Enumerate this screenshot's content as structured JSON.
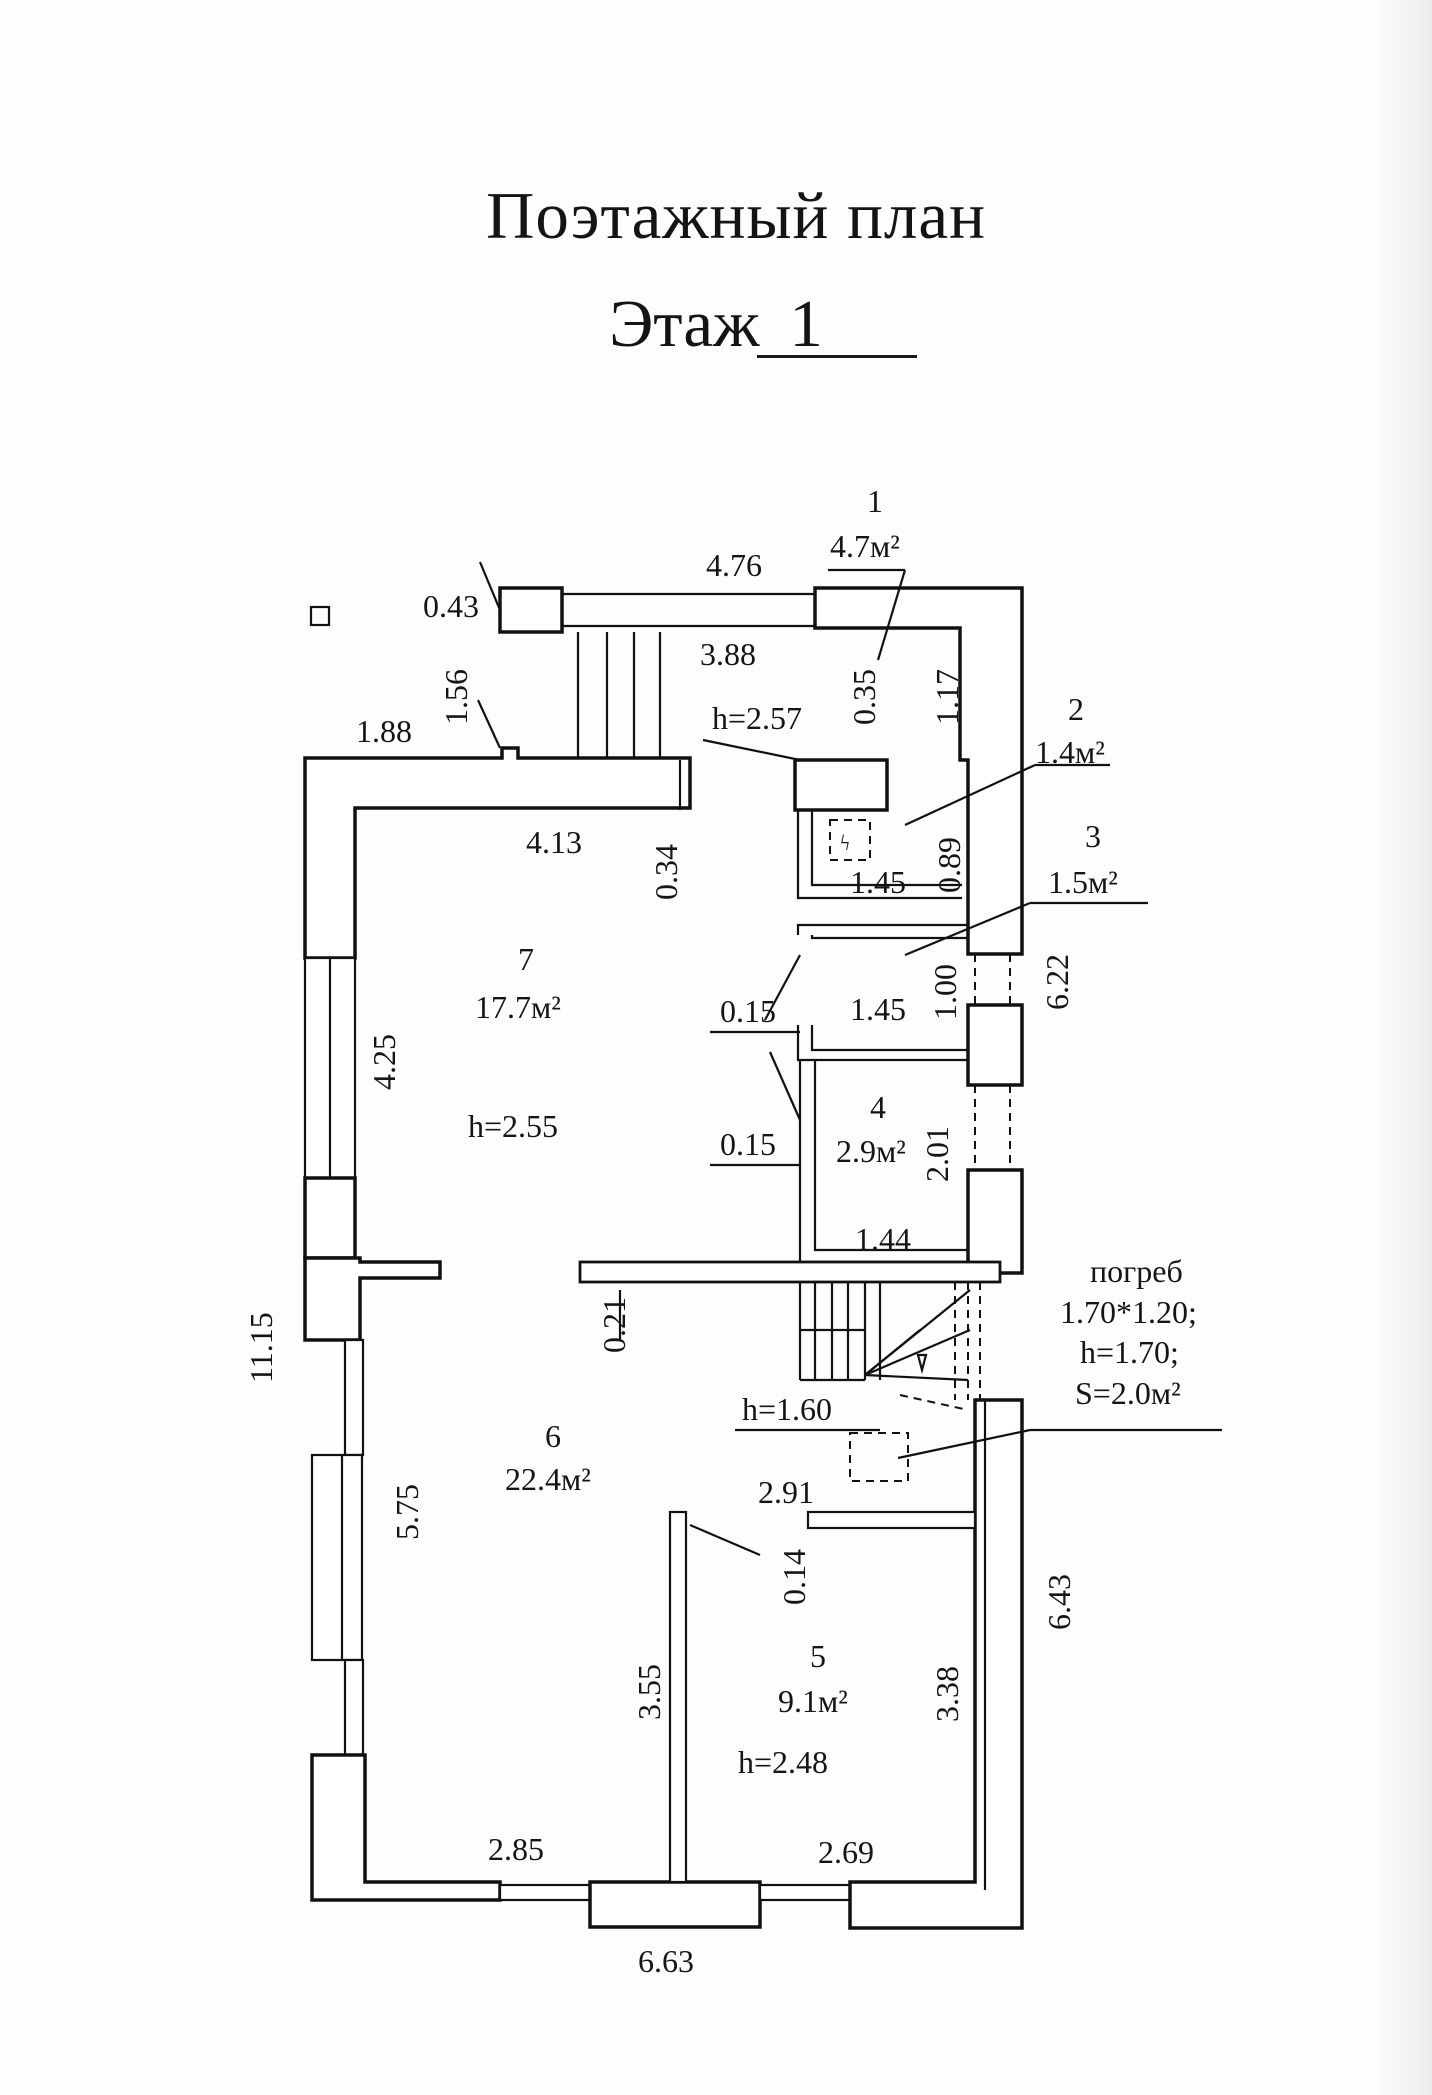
{
  "title": "Поэтажный план",
  "floor_label": "Этаж",
  "floor_number": "1",
  "rooms": [
    {
      "number": "1",
      "area": "4.7м²"
    },
    {
      "number": "2",
      "area": "1.4м²"
    },
    {
      "number": "3",
      "area": "1.5м²"
    },
    {
      "number": "4",
      "area": "2.9м²"
    },
    {
      "number": "5",
      "area": "9.1м²",
      "height": "h=2.48"
    },
    {
      "number": "6",
      "area": "22.4м²"
    },
    {
      "number": "7",
      "area": "17.7м²",
      "height": "h=2.55"
    }
  ],
  "cellar": {
    "name": "погреб",
    "size": "1.70*1.20;",
    "height": "h=1.70;",
    "area": "S=2.0м²"
  },
  "heights": {
    "h_257": "h=2.57",
    "h_160": "h=1.60"
  },
  "dims": {
    "d_476": "4.76",
    "d_043": "0.43",
    "d_388": "3.88",
    "d_156": "1.56",
    "d_188": "1.88",
    "d_035": "0.35",
    "d_117": "1.17",
    "d_413": "4.13",
    "d_034": "0.34",
    "d_145a": "1.45",
    "d_089": "0.89",
    "d_015a": "0.15",
    "d_145b": "1.45",
    "d_100": "1.00",
    "d_622": "6.22",
    "d_425": "4.25",
    "d_015b": "0.15",
    "d_201": "2.01",
    "d_144": "1.44",
    "d_021": "0.21",
    "d_1115": "11.15",
    "d_575": "5.75",
    "d_291": "2.91",
    "d_014": "0.14",
    "d_643": "6.43",
    "d_355": "3.55",
    "d_338": "3.38",
    "d_285": "2.85",
    "d_269": "2.69",
    "d_663": "6.63"
  }
}
